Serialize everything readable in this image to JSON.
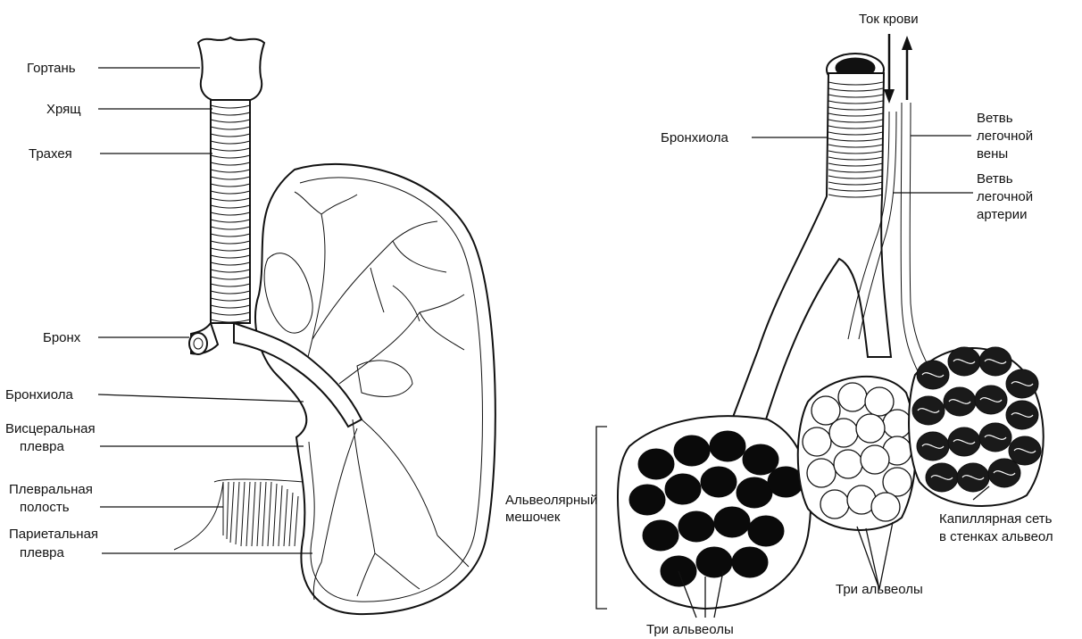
{
  "left": {
    "labels": {
      "larynx": "Гортань",
      "cartilage": "Хрящ",
      "trachea": "Трахея",
      "bronchus": "Бронх",
      "bronchiole": "Бронхиола",
      "visceral_pleura_1": "Висцеральная",
      "visceral_pleura_2": "плевра",
      "pleural_cavity_1": "Плевральная",
      "pleural_cavity_2": "полость",
      "parietal_pleura_1": "Париетальная",
      "parietal_pleura_2": "плевра"
    }
  },
  "right": {
    "labels": {
      "blood_flow": "Ток крови",
      "bronchiole": "Бронхиола",
      "vein_branch_1": "Ветвь",
      "vein_branch_2": "легочной",
      "vein_branch_3": "вены",
      "artery_branch_1": "Ветвь",
      "artery_branch_2": "легочной",
      "artery_branch_3": "артерии",
      "alveolar_sac_1": "Альвеолярный",
      "alveolar_sac_2": "мешочек",
      "capillary_net_1": "Капиллярная сеть",
      "capillary_net_2": "в стенках альвеол",
      "three_alveoli_middle": "Три альвеолы",
      "three_alveoli_bottom": "Три альвеолы"
    }
  },
  "colors": {
    "ink": "#111111",
    "paper": "#ffffff",
    "dark_alveolus": "#0a0a0a"
  }
}
